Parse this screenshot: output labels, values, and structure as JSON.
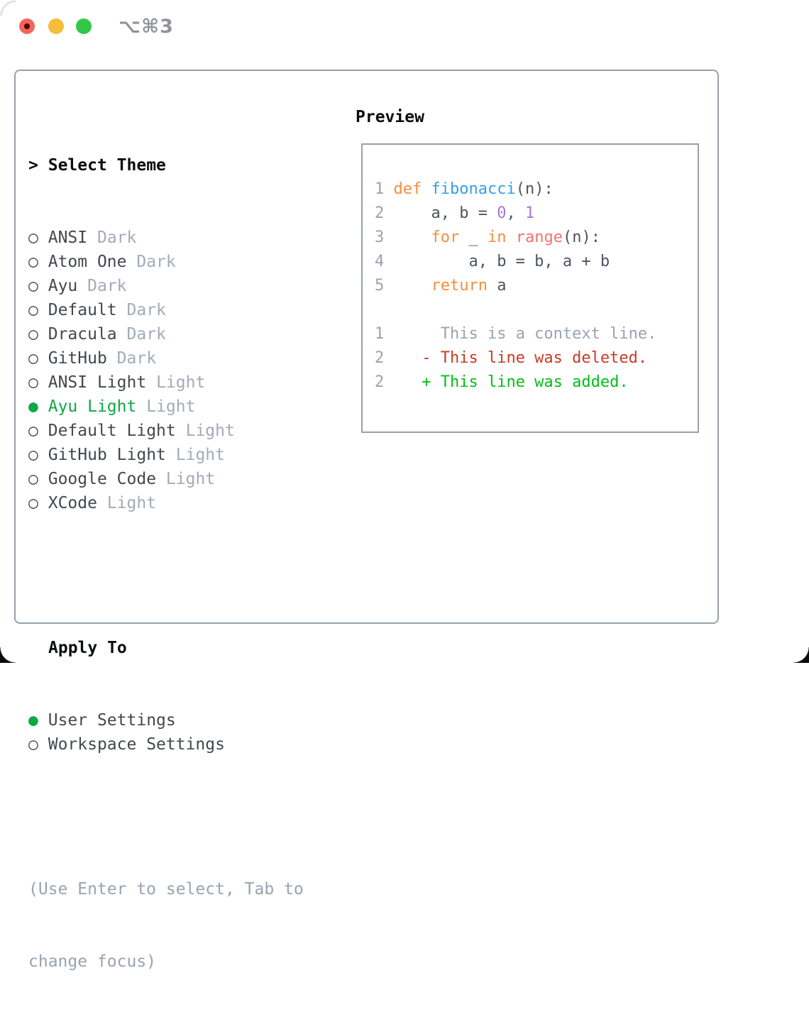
{
  "titlebar": {
    "shortcut": "⌥⌘3",
    "buttons": [
      {
        "name": "close",
        "color": "#f4645c"
      },
      {
        "name": "minimize",
        "color": "#f6bd3a"
      },
      {
        "name": "zoom",
        "color": "#33c748"
      }
    ]
  },
  "theme_picker": {
    "cursor": ">",
    "title": "Select Theme",
    "items": [
      {
        "name": "ANSI",
        "variant": "Dark",
        "selected": false
      },
      {
        "name": "Atom One",
        "variant": "Dark",
        "selected": false
      },
      {
        "name": "Ayu",
        "variant": "Dark",
        "selected": false
      },
      {
        "name": "Default",
        "variant": "Dark",
        "selected": false
      },
      {
        "name": "Dracula",
        "variant": "Dark",
        "selected": false
      },
      {
        "name": "GitHub",
        "variant": "Dark",
        "selected": false
      },
      {
        "name": "ANSI Light",
        "variant": "Light",
        "selected": false
      },
      {
        "name": "Ayu Light",
        "variant": "Light",
        "selected": true
      },
      {
        "name": "Default Light",
        "variant": "Light",
        "selected": false
      },
      {
        "name": "GitHub Light",
        "variant": "Light",
        "selected": false
      },
      {
        "name": "Google Code",
        "variant": "Light",
        "selected": false
      },
      {
        "name": "XCode",
        "variant": "Light",
        "selected": false
      }
    ],
    "marker_unselected": "○",
    "marker_selected": "●"
  },
  "apply_to": {
    "title": "Apply To",
    "options": [
      {
        "label": "User Settings",
        "selected": true
      },
      {
        "label": "Workspace Settings",
        "selected": false
      }
    ]
  },
  "hint_lines": [
    "(Use Enter to select, Tab to",
    "change focus)"
  ],
  "preview": {
    "title": "Preview",
    "lines": [
      [
        {
          "t": "1",
          "c": "ln"
        },
        {
          "t": " ",
          "c": "pl"
        },
        {
          "t": "def",
          "c": "kw"
        },
        {
          "t": " ",
          "c": "pl"
        },
        {
          "t": "fibonacci",
          "c": "fn"
        },
        {
          "t": "(n):",
          "c": "pl"
        }
      ],
      [
        {
          "t": "2",
          "c": "ln"
        },
        {
          "t": "     a, b = ",
          "c": "pl"
        },
        {
          "t": "0",
          "c": "num"
        },
        {
          "t": ", ",
          "c": "pl"
        },
        {
          "t": "1",
          "c": "num"
        }
      ],
      [
        {
          "t": "3",
          "c": "ln"
        },
        {
          "t": "     ",
          "c": "pl"
        },
        {
          "t": "for",
          "c": "kw"
        },
        {
          "t": " _ ",
          "c": "pl"
        },
        {
          "t": "in",
          "c": "kw"
        },
        {
          "t": " ",
          "c": "pl"
        },
        {
          "t": "range",
          "c": "call"
        },
        {
          "t": "(n):",
          "c": "pl"
        }
      ],
      [
        {
          "t": "4",
          "c": "ln"
        },
        {
          "t": "         a, b = b, a + b",
          "c": "pl"
        }
      ],
      [
        {
          "t": "5",
          "c": "ln"
        },
        {
          "t": "     ",
          "c": "pl"
        },
        {
          "t": "return",
          "c": "kw"
        },
        {
          "t": " a",
          "c": "pl"
        }
      ],
      [],
      [
        {
          "t": "1",
          "c": "ln"
        },
        {
          "t": "      ",
          "c": "pl"
        },
        {
          "t": "This is a context line.",
          "c": "ctx"
        }
      ],
      [
        {
          "t": "2",
          "c": "ln"
        },
        {
          "t": "    ",
          "c": "pl"
        },
        {
          "t": "- This line was deleted.",
          "c": "del"
        }
      ],
      [
        {
          "t": "2",
          "c": "ln"
        },
        {
          "t": "    ",
          "c": "pl"
        },
        {
          "t": "+ This line was added.",
          "c": "add"
        }
      ]
    ]
  },
  "colors": {
    "border": "#98a1ad",
    "title_text": "#0b0d10",
    "item_text": "#43484f",
    "muted_text": "#a2abb8",
    "selected_green": "#0fa848",
    "keyword_orange": "#fa8d3e",
    "function_blue": "#369ee8",
    "number_purple": "#a37acc",
    "builtin_coral": "#f27370",
    "deleted_red": "#c63c26",
    "added_green": "#02be17"
  }
}
